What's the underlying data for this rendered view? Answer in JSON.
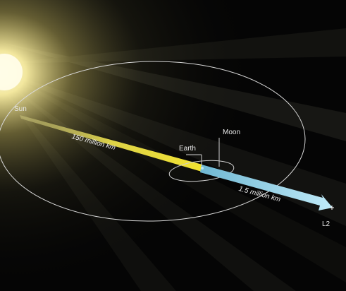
{
  "labels": {
    "sun": "Sun",
    "earth": "Earth",
    "moon": "Moon",
    "l2": "L2",
    "sun_earth_distance": "150 million km",
    "earth_l2_distance": "1.5 million km"
  },
  "colors": {
    "background": "#050505",
    "sunlight_arrow": "#f2e64a",
    "l2_arrow": "#8ed3ec",
    "orbit_line": "#d9d9d9"
  }
}
